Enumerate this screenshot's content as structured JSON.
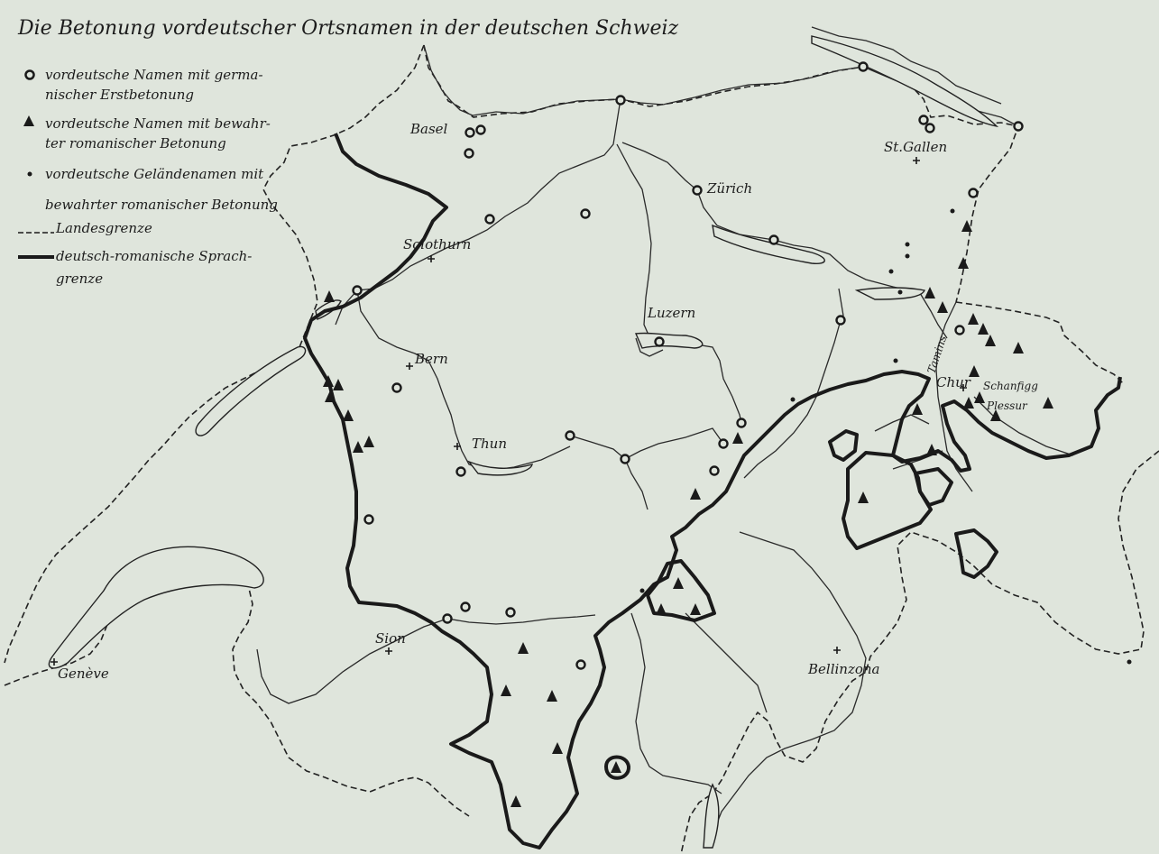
{
  "title": "Die Betonung vordeutscher Ortsnamen in der deutschen Schweiz",
  "legend": {
    "circle": [
      "vordeutsche Namen mit germa-",
      "nischer Erstbetonung"
    ],
    "triangle": [
      "vordeutsche Namen mit bewahr-",
      "ter romanischer Betonung"
    ],
    "dot": [
      "vordeutsche Geländenamen mit",
      "bewahrter romanischer Betonung"
    ],
    "dashed": "Landesgrenze",
    "thick": [
      "deutsch-romanische Sprach-",
      "grenze"
    ]
  },
  "cities": {
    "basel": "Basel",
    "stgallen": "St.Gallen",
    "zurich": "Zürich",
    "solothurn": "Solothurn",
    "luzern": "Luzern",
    "bern": "Bern",
    "thun": "Thun",
    "chur": "Chur",
    "sion": "Sion",
    "geneve": "Genève",
    "bellinzona": "Bellinzona"
  },
  "regions": {
    "tamins": "Tamins",
    "schanfigg": "Schanfigg",
    "plessur": "Plessur"
  },
  "symbols": {
    "circles": [
      [
        688,
        111
      ],
      [
        957,
        74
      ],
      [
        1024,
        133
      ],
      [
        1031,
        142
      ],
      [
        1129,
        140
      ],
      [
        521,
        147
      ],
      [
        533,
        144
      ],
      [
        520,
        170
      ],
      [
        773,
        211
      ],
      [
        1079,
        214
      ],
      [
        543,
        243
      ],
      [
        649,
        237
      ],
      [
        858,
        266
      ],
      [
        396,
        322
      ],
      [
        932,
        355
      ],
      [
        1064,
        366
      ],
      [
        731,
        379
      ],
      [
        440,
        430
      ],
      [
        822,
        469
      ],
      [
        632,
        483
      ],
      [
        802,
        492
      ],
      [
        693,
        509
      ],
      [
        511,
        523
      ],
      [
        792,
        522
      ],
      [
        409,
        576
      ],
      [
        516,
        673
      ],
      [
        566,
        679
      ],
      [
        496,
        686
      ],
      [
        644,
        737
      ]
    ],
    "triangles": [
      [
        1072,
        252
      ],
      [
        1068,
        293
      ],
      [
        1031,
        326
      ],
      [
        1045,
        342
      ],
      [
        1079,
        355
      ],
      [
        1090,
        366
      ],
      [
        1098,
        379
      ],
      [
        1129,
        387
      ],
      [
        1080,
        413
      ],
      [
        1086,
        442
      ],
      [
        1074,
        448
      ],
      [
        1104,
        462
      ],
      [
        1162,
        448
      ],
      [
        1017,
        455
      ],
      [
        1033,
        500
      ],
      [
        365,
        330
      ],
      [
        364,
        424
      ],
      [
        375,
        428
      ],
      [
        366,
        441
      ],
      [
        386,
        462
      ],
      [
        397,
        497
      ],
      [
        409,
        491
      ],
      [
        818,
        487
      ],
      [
        771,
        549
      ],
      [
        957,
        553
      ],
      [
        752,
        648
      ],
      [
        733,
        677
      ],
      [
        771,
        677
      ],
      [
        580,
        720
      ],
      [
        561,
        767
      ],
      [
        612,
        773
      ],
      [
        618,
        831
      ],
      [
        683,
        852
      ],
      [
        572,
        890
      ]
    ],
    "dots": [
      [
        1056,
        234
      ],
      [
        1006,
        271
      ],
      [
        1006,
        284
      ],
      [
        988,
        301
      ],
      [
        998,
        324
      ],
      [
        993,
        400
      ],
      [
        879,
        443
      ],
      [
        712,
        655
      ],
      [
        1252,
        734
      ]
    ]
  }
}
